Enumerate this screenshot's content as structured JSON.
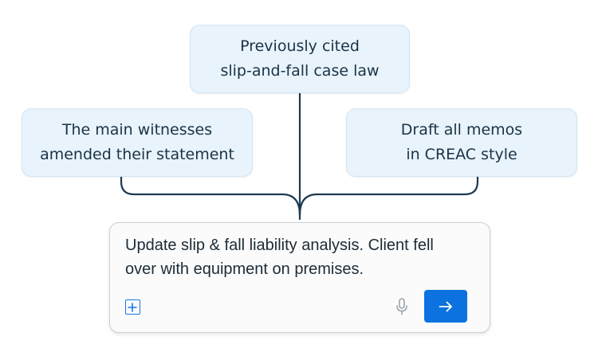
{
  "bubbles": {
    "top": {
      "line1": "Previously cited",
      "line2": "slip-and-fall case law"
    },
    "left": {
      "line1": "The main witnesses",
      "line2": "amended their statement"
    },
    "right": {
      "line1": "Draft all memos",
      "line2": "in CREAC style"
    }
  },
  "composer": {
    "line1": "Update slip & fall liability analysis. Client fell",
    "line2": "over with equipment on premises.",
    "icons": {
      "attach": "plus-square-icon",
      "voice": "microphone-icon",
      "send": "arrow-right-icon"
    }
  },
  "colors": {
    "bubble_bg": "#e8f3fb",
    "connector": "#1e3a50",
    "accent": "#0b72e0",
    "text": "#1c2b36"
  }
}
